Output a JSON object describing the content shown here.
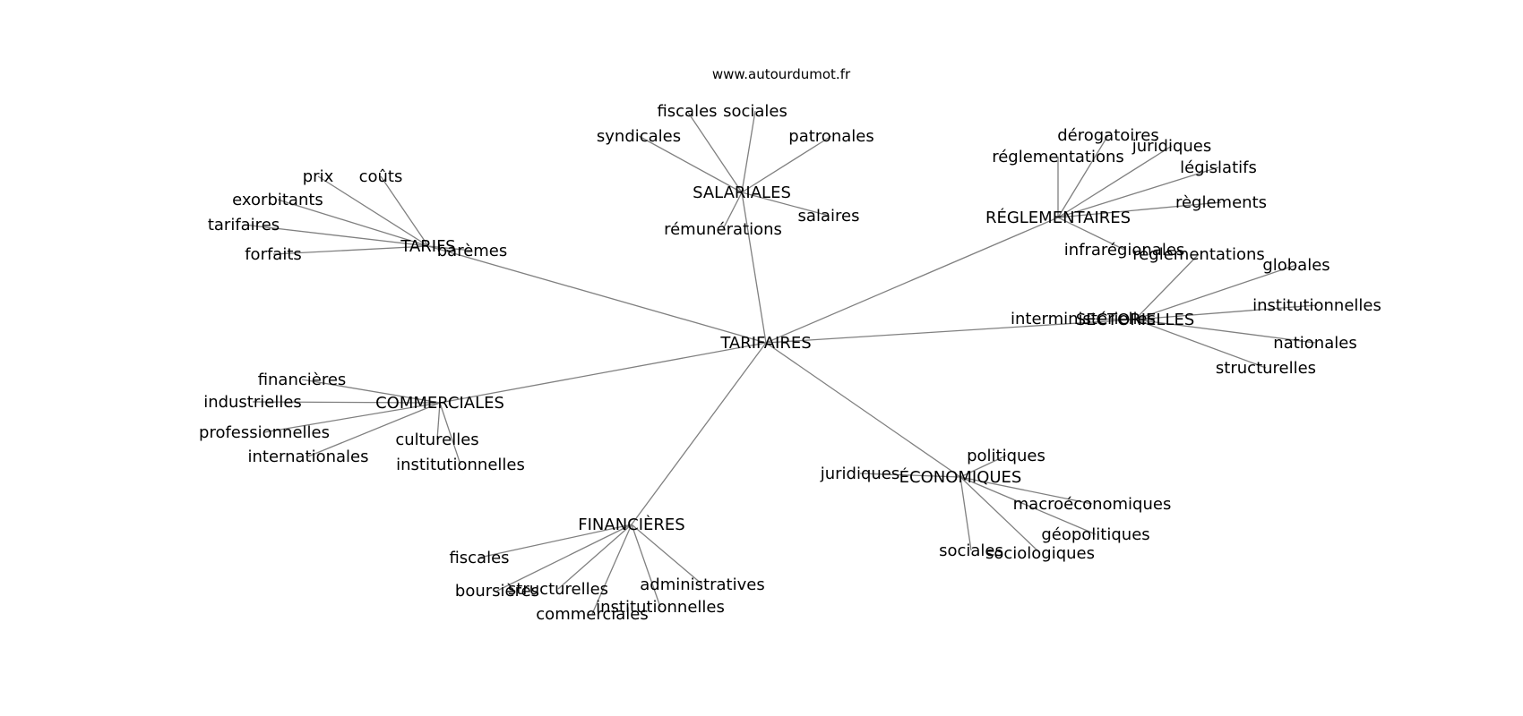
{
  "credit": "www.autourdumot.fr",
  "root": "TARIFAIRES",
  "edge_color": "#808080",
  "clusters": [
    {
      "label": "TARIFS",
      "words": [
        "prix",
        "coûts",
        "exorbitants",
        "tarifaires",
        "forfaits",
        "barèmes"
      ]
    },
    {
      "label": "SALARIALES",
      "words": [
        "fiscales",
        "sociales",
        "syndicales",
        "patronales",
        "rémunérations",
        "salaires"
      ]
    },
    {
      "label": "RÉGLEMENTAIRES",
      "words": [
        "dérogatoires",
        "réglementations",
        "juridiques",
        "législatifs",
        "règlements",
        "infrarégionales"
      ]
    },
    {
      "label": "SECTORIELLES",
      "words": [
        "réglementations",
        "globales",
        "institutionnelles",
        "interministérielles",
        "nationales",
        "structurelles"
      ]
    },
    {
      "label": "COMMERCIALES",
      "words": [
        "financières",
        "industrielles",
        "professionnelles",
        "internationales",
        "culturelles",
        "institutionnelles"
      ]
    },
    {
      "label": "ÉCONOMIQUES",
      "words": [
        "politiques",
        "juridiques",
        "macroéconomiques",
        "géopolitiques",
        "sociales",
        "sociologiques"
      ]
    },
    {
      "label": "FINANCIÈRES",
      "words": [
        "fiscales",
        "boursières",
        "structurelles",
        "commerciales",
        "institutionnelles",
        "administratives"
      ]
    }
  ]
}
